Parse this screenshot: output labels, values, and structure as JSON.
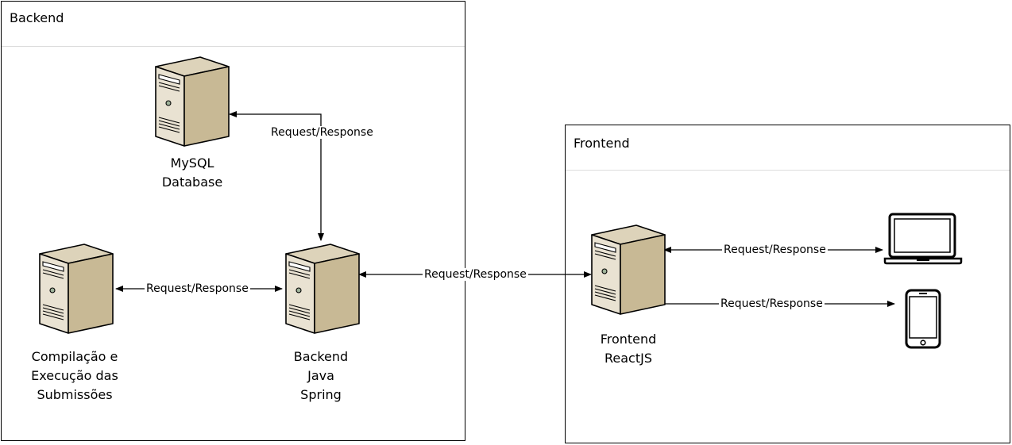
{
  "containers": {
    "backend": {
      "title": "Backend"
    },
    "frontend": {
      "title": "Frontend"
    }
  },
  "nodes": {
    "mysql": {
      "line1": "MySQL",
      "line2": "Database"
    },
    "compiler": {
      "line1": "Compilação e",
      "line2": "Execução das",
      "line3": "Submissões"
    },
    "backend_server": {
      "line1": "Backend",
      "line2": "Java",
      "line3": "Spring"
    },
    "frontend_server": {
      "line1": "Frontend",
      "line2": "ReactJS"
    }
  },
  "edges": {
    "db_backend": "Request/Response",
    "compiler_backend": "Request/Response",
    "backend_frontend": "Request/Response",
    "frontend_laptop": "Request/Response",
    "frontend_phone": "Request/Response"
  },
  "icons": {
    "server": "server-tower-icon",
    "laptop": "laptop-icon",
    "phone": "smartphone-icon"
  },
  "colors": {
    "server_front": "#e9e2d2",
    "server_side": "#c8b995",
    "server_top": "#ddd3ba",
    "stroke": "#000000"
  }
}
